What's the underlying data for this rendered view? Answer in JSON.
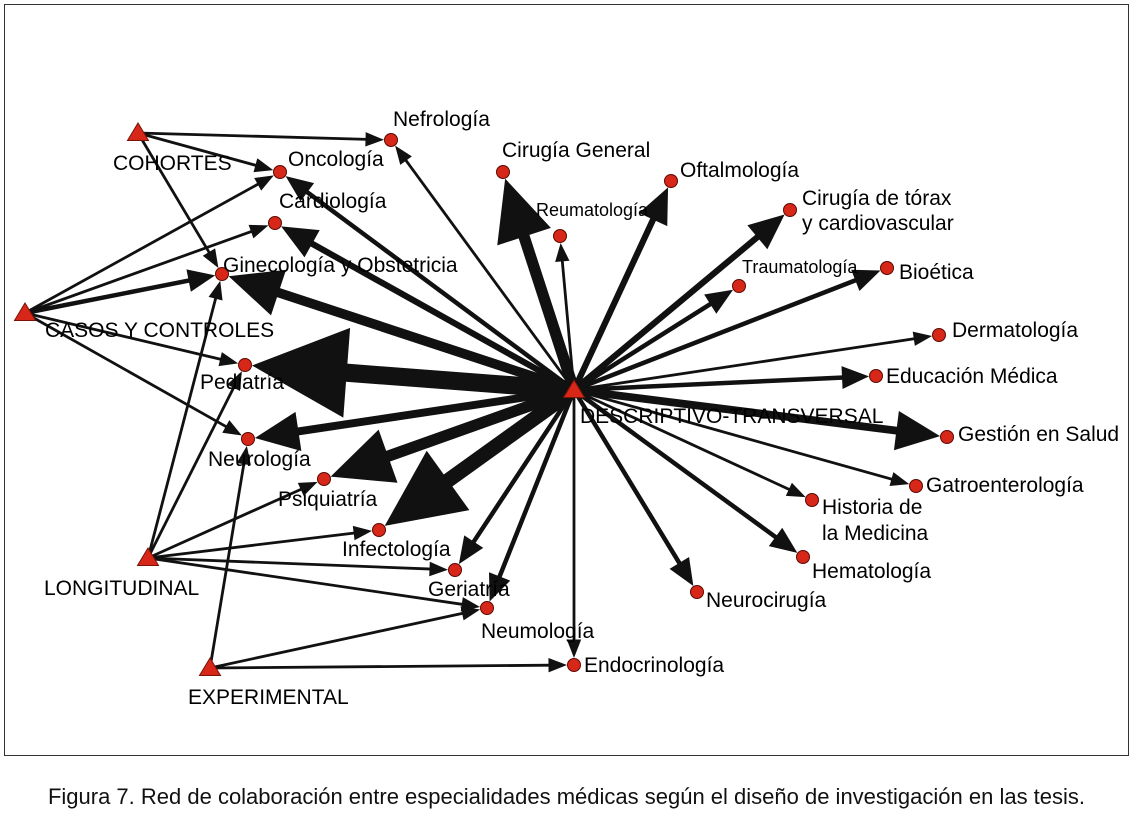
{
  "figure": {
    "caption": "Figura 7.  Red de colaboración entre especialidades médicas según el diseño de investigación en las tesis."
  },
  "colors": {
    "design_node": "#d62718",
    "specialty_node": "#d62718",
    "edge": "#111111"
  },
  "designs": [
    {
      "id": "cohortes",
      "label": "COHORTES"
    },
    {
      "id": "casos",
      "label": "CASOS Y CONTROLES"
    },
    {
      "id": "descriptivo",
      "label": "DESCRIPTIVO-TRANSVERSAL"
    },
    {
      "id": "longitudinal",
      "label": "LONGITUDINAL"
    },
    {
      "id": "experimental",
      "label": "EXPERIMENTAL"
    }
  ],
  "specialties": [
    {
      "id": "nefrologia",
      "label": "Nefrología"
    },
    {
      "id": "oncologia",
      "label": "Oncología"
    },
    {
      "id": "cardiologia",
      "label": "Cardiología"
    },
    {
      "id": "ginecologia",
      "label": "Ginecología y Obstetricia"
    },
    {
      "id": "pediatria",
      "label": "Pediatría"
    },
    {
      "id": "neurologia",
      "label": "Neurología"
    },
    {
      "id": "psiquiatria",
      "label": "Psiquiatría"
    },
    {
      "id": "infectologia",
      "label": "Infectología"
    },
    {
      "id": "geriatria",
      "label": "Geriatría"
    },
    {
      "id": "neumologia",
      "label": "Neumología"
    },
    {
      "id": "endocrinologia",
      "label": "Endocrinología"
    },
    {
      "id": "cirugia_general",
      "label": "Cirugía General"
    },
    {
      "id": "reumatologia",
      "label": "Reumatología"
    },
    {
      "id": "oftalmologia",
      "label": "Oftalmología"
    },
    {
      "id": "cirugia_torax",
      "label": [
        "Cirugía de tórax",
        "y cardiovascular"
      ]
    },
    {
      "id": "traumatologia",
      "label": "Traumatología"
    },
    {
      "id": "bioetica",
      "label": "Bioética"
    },
    {
      "id": "dermatologia",
      "label": "Dermatología"
    },
    {
      "id": "educacion",
      "label": "Educación Médica"
    },
    {
      "id": "gestion",
      "label": "Gestión en Salud"
    },
    {
      "id": "gastro",
      "label": "Gatroenterología"
    },
    {
      "id": "historia",
      "label": [
        "Historia de",
        "la Medicina"
      ]
    },
    {
      "id": "hematologia",
      "label": "Hematología"
    },
    {
      "id": "neurocirugia",
      "label": "Neurocirugía"
    }
  ],
  "edges": [
    {
      "from": "cohortes",
      "to": "nefrologia",
      "weight": 1
    },
    {
      "from": "cohortes",
      "to": "oncologia",
      "weight": 1
    },
    {
      "from": "cohortes",
      "to": "ginecologia",
      "weight": 1
    },
    {
      "from": "casos",
      "to": "oncologia",
      "weight": 1
    },
    {
      "from": "casos",
      "to": "cardiologia",
      "weight": 1
    },
    {
      "from": "casos",
      "to": "ginecologia",
      "weight": 2
    },
    {
      "from": "casos",
      "to": "pediatria",
      "weight": 1
    },
    {
      "from": "casos",
      "to": "neurologia",
      "weight": 1
    },
    {
      "from": "longitudinal",
      "to": "ginecologia",
      "weight": 1
    },
    {
      "from": "longitudinal",
      "to": "pediatria",
      "weight": 1
    },
    {
      "from": "longitudinal",
      "to": "psiquiatria",
      "weight": 1
    },
    {
      "from": "longitudinal",
      "to": "infectologia",
      "weight": 1
    },
    {
      "from": "longitudinal",
      "to": "geriatria",
      "weight": 1
    },
    {
      "from": "longitudinal",
      "to": "neumologia",
      "weight": 1
    },
    {
      "from": "experimental",
      "to": "neurologia",
      "weight": 1
    },
    {
      "from": "experimental",
      "to": "neumologia",
      "weight": 1
    },
    {
      "from": "experimental",
      "to": "endocrinologia",
      "weight": 1
    },
    {
      "from": "descriptivo",
      "to": "nefrologia",
      "weight": 1
    },
    {
      "from": "descriptivo",
      "to": "oncologia",
      "weight": 2
    },
    {
      "from": "descriptivo",
      "to": "cardiologia",
      "weight": 3
    },
    {
      "from": "descriptivo",
      "to": "ginecologia",
      "weight": 5
    },
    {
      "from": "descriptivo",
      "to": "pediatria",
      "weight": 10
    },
    {
      "from": "descriptivo",
      "to": "neurologia",
      "weight": 4
    },
    {
      "from": "descriptivo",
      "to": "psiquiatria",
      "weight": 6
    },
    {
      "from": "descriptivo",
      "to": "infectologia",
      "weight": 8
    },
    {
      "from": "descriptivo",
      "to": "geriatria",
      "weight": 2
    },
    {
      "from": "descriptivo",
      "to": "neumologia",
      "weight": 2
    },
    {
      "from": "descriptivo",
      "to": "endocrinologia",
      "weight": 1
    },
    {
      "from": "descriptivo",
      "to": "cirugia_general",
      "weight": 6
    },
    {
      "from": "descriptivo",
      "to": "reumatologia",
      "weight": 1
    },
    {
      "from": "descriptivo",
      "to": "oftalmologia",
      "weight": 3
    },
    {
      "from": "descriptivo",
      "to": "cirugia_torax",
      "weight": 3
    },
    {
      "from": "descriptivo",
      "to": "traumatologia",
      "weight": 2
    },
    {
      "from": "descriptivo",
      "to": "bioetica",
      "weight": 2
    },
    {
      "from": "descriptivo",
      "to": "dermatologia",
      "weight": 1
    },
    {
      "from": "descriptivo",
      "to": "educacion",
      "weight": 2
    },
    {
      "from": "descriptivo",
      "to": "gestion",
      "weight": 4
    },
    {
      "from": "descriptivo",
      "to": "gastro",
      "weight": 1
    },
    {
      "from": "descriptivo",
      "to": "historia",
      "weight": 1
    },
    {
      "from": "descriptivo",
      "to": "hematologia",
      "weight": 2
    },
    {
      "from": "descriptivo",
      "to": "neurocirugia",
      "weight": 2
    }
  ]
}
